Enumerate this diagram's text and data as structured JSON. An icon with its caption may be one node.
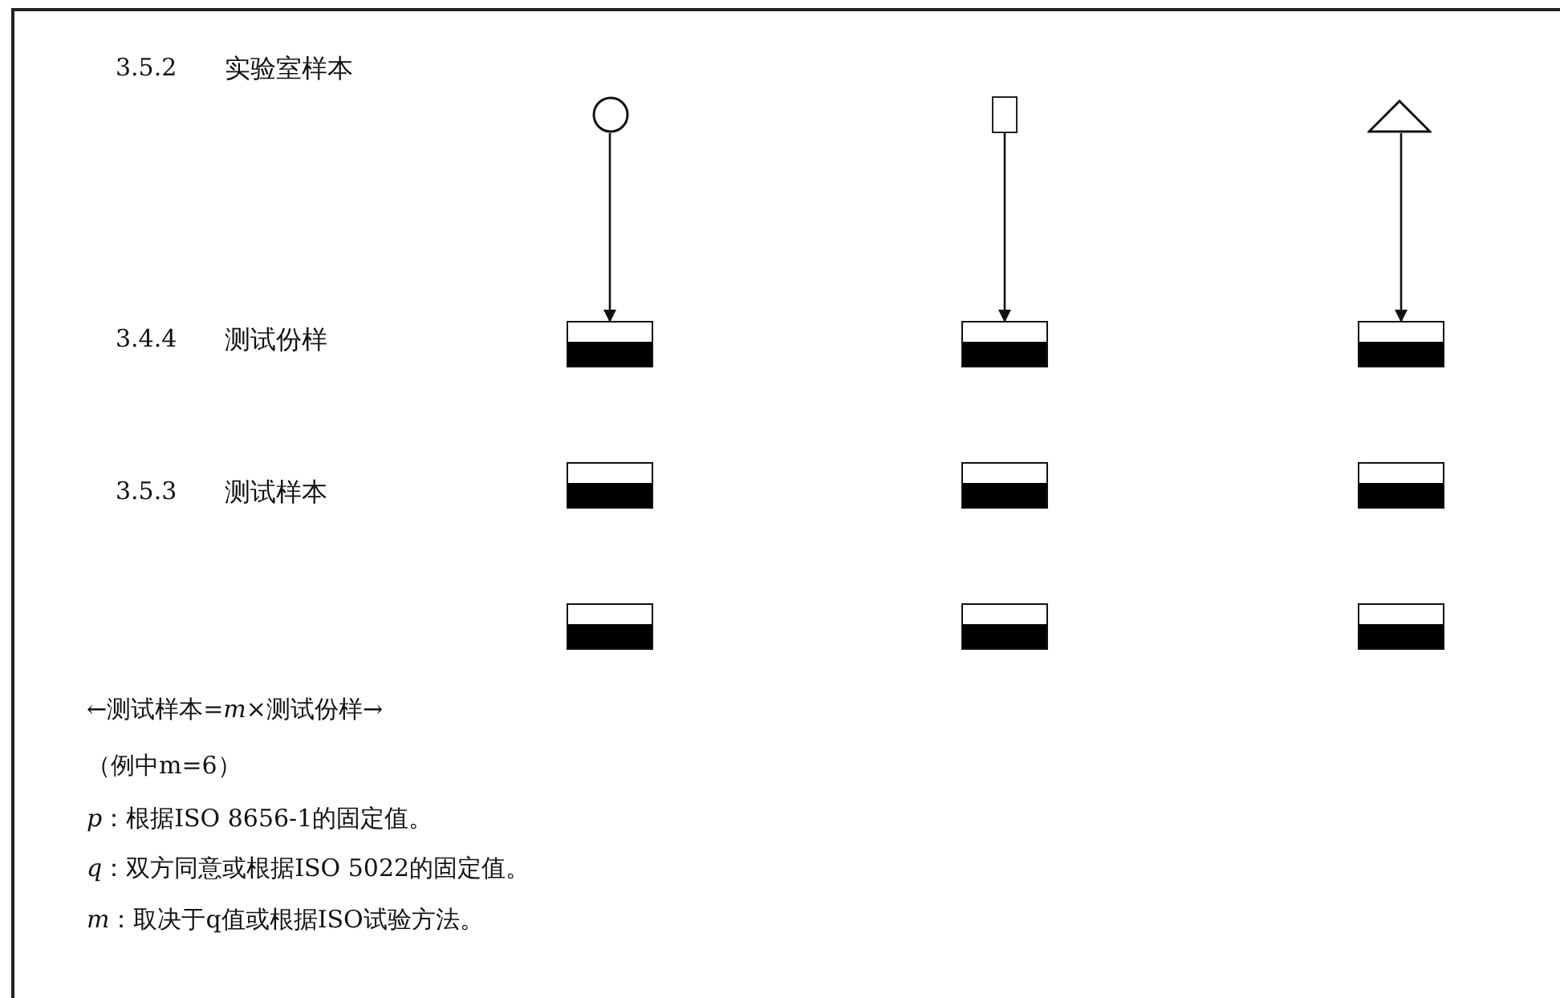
{
  "diagram": {
    "nodes": [
      {
        "text": [],
        "shape": "circle"
      },
      {
        "text": [],
        "shape": "box"
      },
      {
        "text": [],
        "shape": "triangle"
      },
      {
        "text": [],
        "shape": "bar"
      },
      {
        "text": [],
        "shape": "bar"
      },
      {
        "text": [],
        "shape": "bar"
      },
      {
        "text": [],
        "shape": "bar"
      },
      {
        "text": [],
        "shape": "bar"
      },
      {
        "text": [],
        "shape": "bar"
      },
      {
        "text": [],
        "shape": "bar"
      },
      {
        "text": [],
        "shape": "bar"
      },
      {
        "text": [],
        "shape": "bar"
      }
    ],
    "edges": [
      {
        "from": 0,
        "to": 3,
        "arrow": "to"
      },
      {
        "from": 1,
        "to": 4,
        "arrow": "to"
      },
      {
        "from": 2,
        "to": 5,
        "arrow": "to"
      }
    ],
    "labels": [
      "3.5.2",
      "实验室样本",
      "3.4.4",
      "测试份样",
      "3.5.3",
      "测试样本",
      "←测试样本=*m*×测试份样→",
      "（例中m=6）",
      "*p*：根据ISO 8656-1的固定值。",
      "*q*：双方同意或根据ISO 5022的固定值。",
      "*m*：取决于q值或根据ISO试验方法。"
    ]
  }
}
